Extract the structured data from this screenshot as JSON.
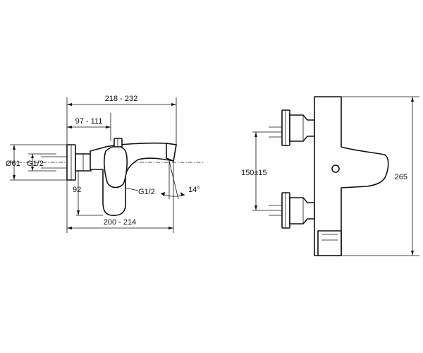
{
  "front_view": {
    "dims": {
      "total_width": "218 - 232",
      "outlet_offset": "97 - 111",
      "spout_reach": "200 - 214",
      "flange_diameter": "Ø61",
      "thread_inlet": "G1/2",
      "height_offset": "92",
      "thread_outlet": "G1/2",
      "spout_angle": "14°"
    }
  },
  "side_view": {
    "dims": {
      "center_distance": "150±15",
      "total_height": "265"
    }
  }
}
